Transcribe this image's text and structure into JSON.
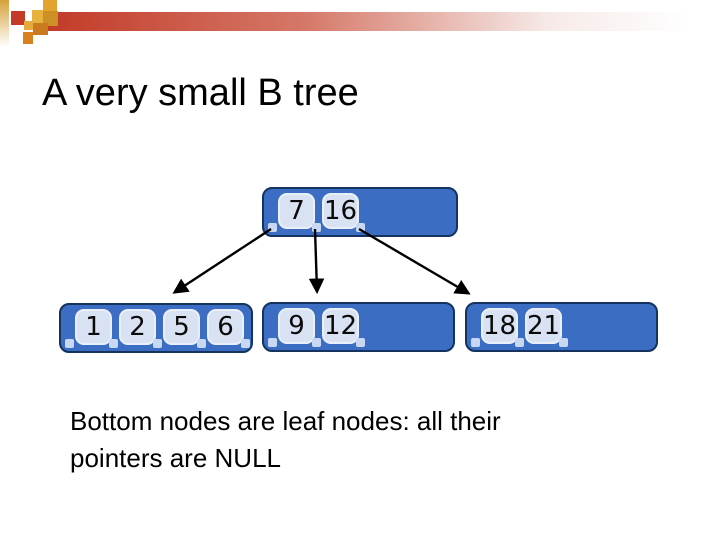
{
  "slide": {
    "title": "A very small B tree",
    "caption": "Bottom nodes are leaf nodes: all their pointers are NULL"
  },
  "tree": {
    "nodes": [
      {
        "id": "root",
        "keys": [
          "7",
          "16"
        ],
        "pointer_slots": 3
      },
      {
        "id": "leaf-1",
        "keys": [
          "1",
          "2",
          "5",
          "6"
        ],
        "pointer_slots": 5
      },
      {
        "id": "leaf-2",
        "keys": [
          "9",
          "12"
        ],
        "pointer_slots": 3
      },
      {
        "id": "leaf-3",
        "keys": [
          "18",
          "21"
        ],
        "pointer_slots": 3
      }
    ],
    "edges": [
      {
        "from": "root",
        "to": "leaf-1"
      },
      {
        "from": "root",
        "to": "leaf-2"
      },
      {
        "from": "root",
        "to": "leaf-3"
      }
    ]
  },
  "colors": {
    "node_fill": "#3b6dc3",
    "node_border": "#14335e",
    "key_fill": "#d9e2f3",
    "key_border": "#eaf0fa",
    "pointer_fill": "#c9d8f2",
    "arrow": "#000000",
    "header_bar_red": "#c23b28",
    "header_bar_red_mid": "#d57868",
    "header_bar_red_fade": "#f6eae8",
    "left_bar_gold": "#d6a13b"
  },
  "decoration": {
    "squares": [
      {
        "name": "gold-top",
        "color": "#e2a42e"
      },
      {
        "name": "red-left",
        "color": "#c43b27"
      },
      {
        "name": "light-gold",
        "color": "#e6b13c"
      },
      {
        "name": "dark-gold",
        "color": "#cd9027"
      },
      {
        "name": "small-orange",
        "color": "#e6a93c"
      },
      {
        "name": "dark-orange",
        "color": "#c97a1f"
      },
      {
        "name": "orange-bottom",
        "color": "#d8821f"
      }
    ]
  }
}
